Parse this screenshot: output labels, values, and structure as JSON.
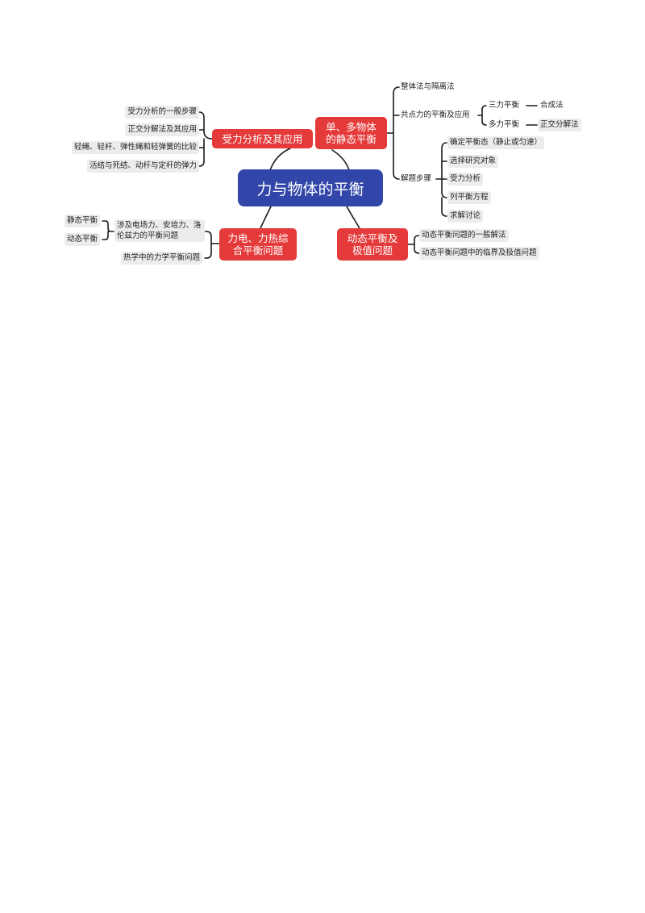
{
  "mindmap": {
    "center": "力与物体的平衡",
    "topics": {
      "force_analysis": {
        "label": "受力分析及其应用",
        "items": [
          "受力分析的一般步骤",
          "正交分解法及其应用",
          "轻绳、轻杆、弹性绳和轻弹簧的比较",
          "活结与死结、动杆与定杆的弹力"
        ]
      },
      "static_balance": {
        "label": "单、多物体的静态平衡",
        "items": {
          "whole_isolation": "整体法与隔离法",
          "concurrent": "共点力的平衡及应用",
          "three_force": "三力平衡",
          "synthesis": "合成法",
          "multi_force": "多力平衡",
          "orthogonal": "正交分解法",
          "steps": "解题步骤",
          "step_items": [
            "确定平衡态（静止或匀速）",
            "选择研究对象",
            "受力分析",
            "列平衡方程",
            "求解讨论"
          ]
        }
      },
      "electro_thermal": {
        "label": "力电、力热综合平衡问题",
        "items": {
          "field_forces": "涉及电场力、安培力、洛伦兹力的平衡问题",
          "static": "静态平衡",
          "dynamic": "动态平衡",
          "thermal": "热学中的力学平衡问题"
        }
      },
      "dynamic_balance": {
        "label": "动态平衡及极值问题",
        "items": [
          "动态平衡问题的一般解法",
          "动态平衡问题中的临界及极值问题"
        ]
      }
    }
  }
}
